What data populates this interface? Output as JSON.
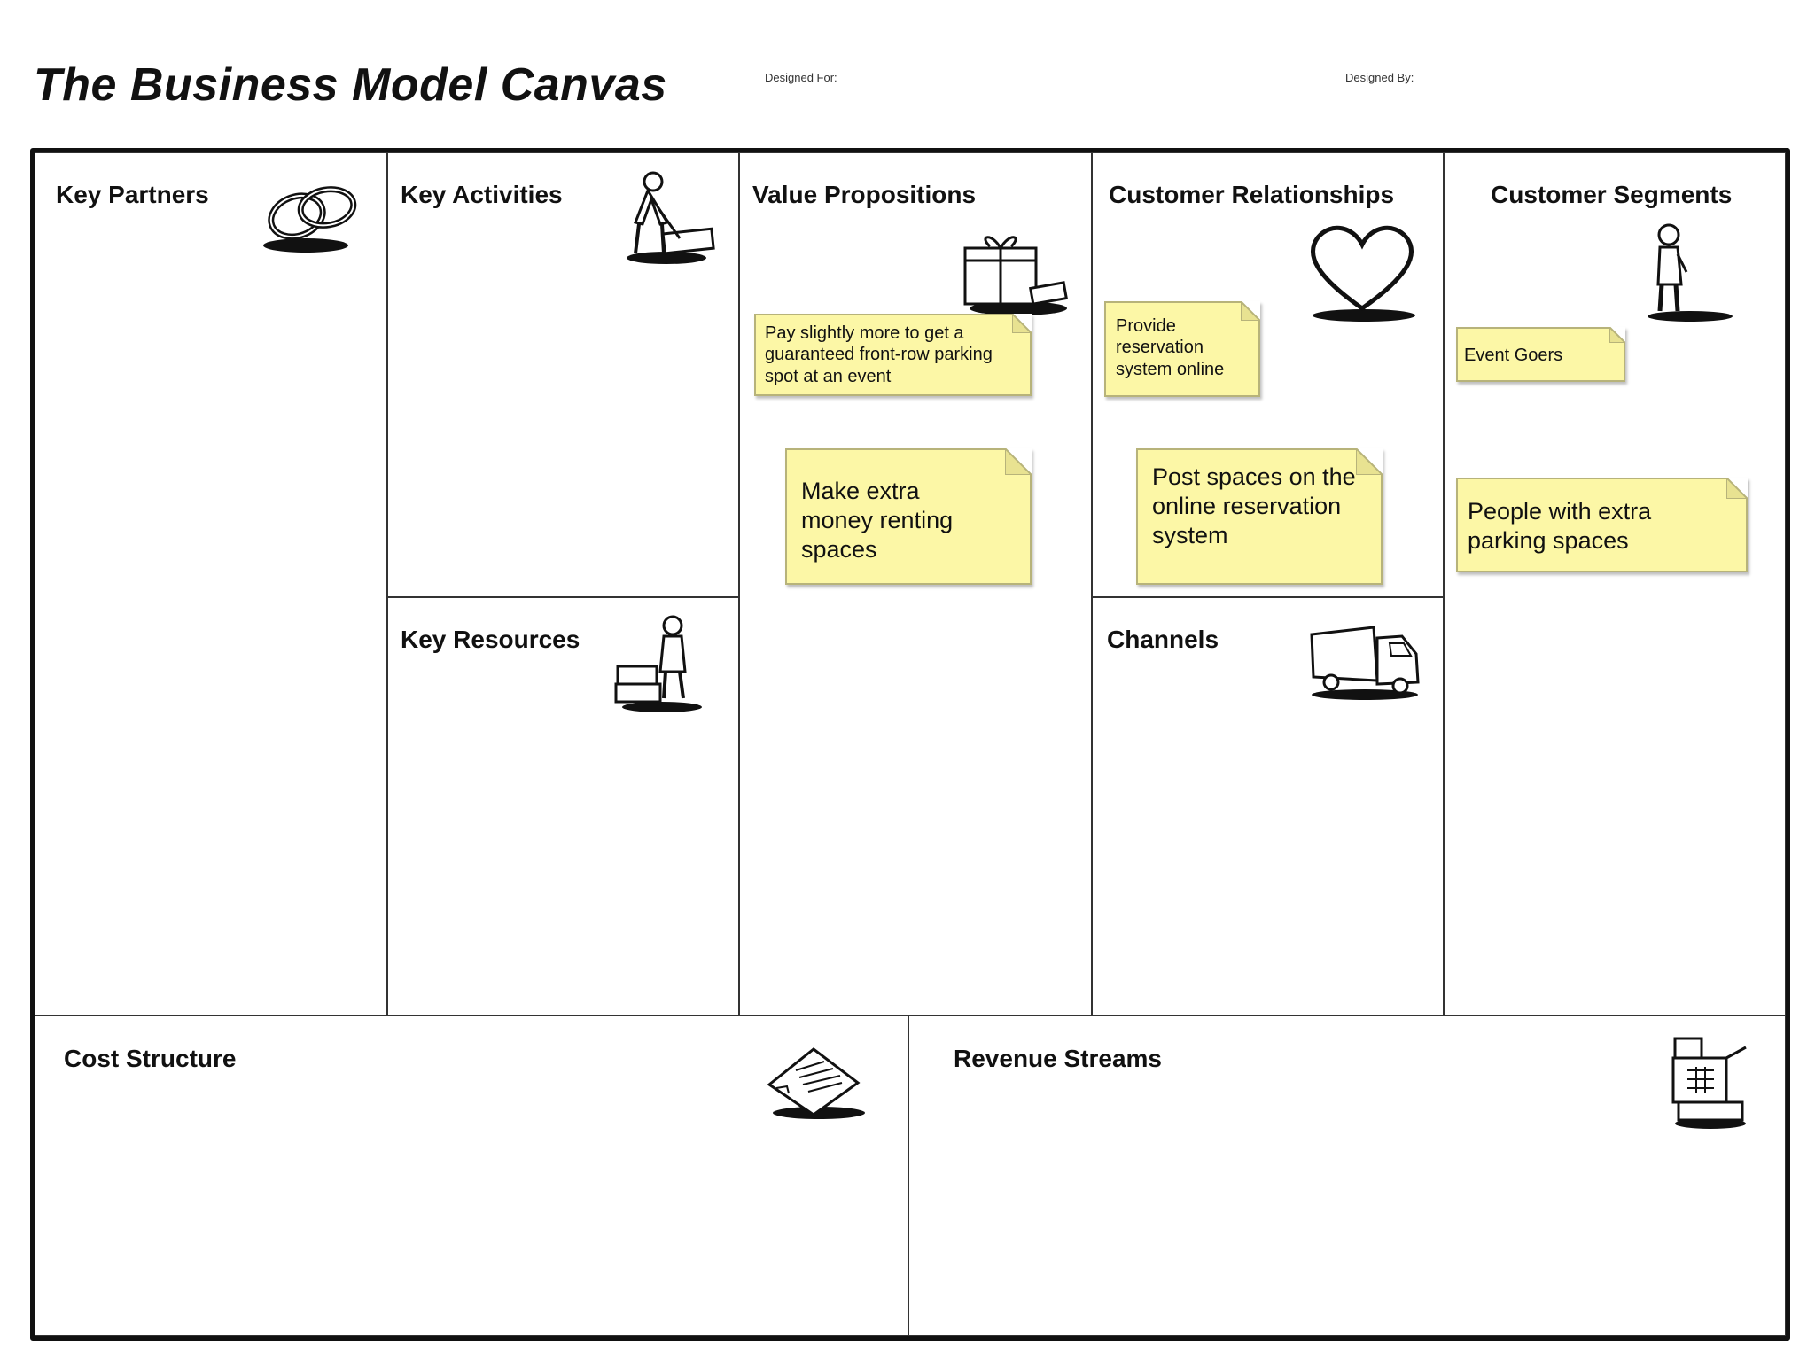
{
  "header": {
    "title": "The Business Model Canvas",
    "designed_for_label": "Designed For:",
    "designed_by_label": "Designed By:"
  },
  "blocks": {
    "key_partners": {
      "title": "Key Partners",
      "icon": "chain-links-icon"
    },
    "key_activities": {
      "title": "Key Activities",
      "icon": "worker-activity-icon"
    },
    "key_resources": {
      "title": "Key Resources",
      "icon": "person-with-boxes-icon"
    },
    "value_propositions": {
      "title": "Value Propositions",
      "icon": "gift-box-icon",
      "notes": [
        "Pay slightly more to get a guaranteed front-row parking spot at an event",
        "Make extra money renting spaces"
      ]
    },
    "customer_relationships": {
      "title": "Customer Relationships",
      "icon": "heart-icon",
      "notes": [
        "Provide reservation system online",
        "Post spaces on the online reservation system"
      ]
    },
    "channels": {
      "title": "Channels",
      "icon": "truck-icon"
    },
    "customer_segments": {
      "title": "Customer Segments",
      "icon": "standing-person-icon",
      "notes": [
        "Event Goers",
        "People with extra parking spaces"
      ]
    },
    "cost_structure": {
      "title": "Cost Structure",
      "icon": "receipt-icon"
    },
    "revenue_streams": {
      "title": "Revenue Streams",
      "icon": "cash-register-icon"
    }
  },
  "colors": {
    "note_fill": "#fcf7a6",
    "note_border": "#b7b37a",
    "frame": "#111111"
  }
}
